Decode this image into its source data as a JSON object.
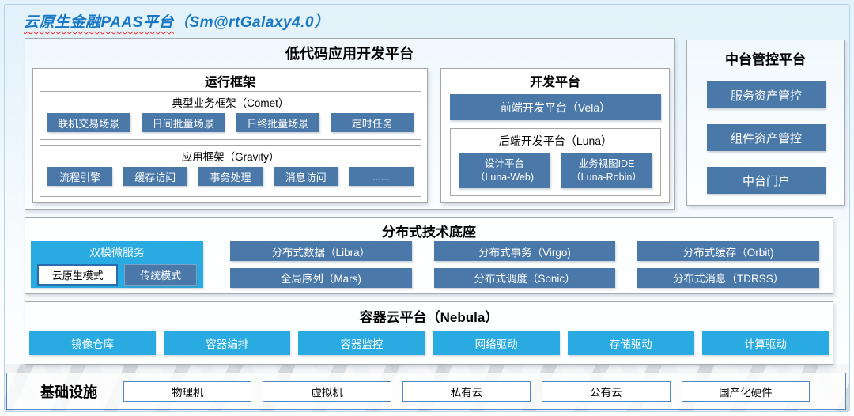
{
  "title": {
    "main": "云原生金融PAAS平台",
    "suffix": "（Sm@rtGalaxy4.0）"
  },
  "colors": {
    "title_blue": "#1778c8",
    "steel_blue": "#4a78a9",
    "cyan": "#29abe2",
    "underline_red": "#ff2020"
  },
  "lowcode": {
    "title": "低代码应用开发平台",
    "runtime": {
      "title": "运行框架",
      "comet": {
        "title": "典型业务框架（Comet）",
        "items": [
          "联机交易场景",
          "日间批量场景",
          "日终批量场景",
          "定时任务"
        ]
      },
      "gravity": {
        "title": "应用框架（Gravity）",
        "items": [
          "流程引擎",
          "缓存访问",
          "事务处理",
          "消息访问",
          "......"
        ]
      }
    },
    "dev": {
      "title": "开发平台",
      "vela": "前端开发平台（Vela）",
      "luna": {
        "title": "后端开发平台（Luna）",
        "items": [
          {
            "line1": "设计平台",
            "line2": "（Luna-Web)"
          },
          {
            "line1": "业务视图IDE",
            "line2": "（Luna-Robin）"
          }
        ]
      }
    }
  },
  "midplatform": {
    "title": "中台管控平台",
    "items": [
      "服务资产管控",
      "组件资产管控",
      "中台门户"
    ]
  },
  "distributed": {
    "title": "分布式技术底座",
    "dualmode": {
      "title": "双模微服务",
      "cloud_native": "云原生模式",
      "traditional": "传统模式"
    },
    "items": [
      "分布式数据（Libra）",
      "分布式事务（Virgo)",
      "分布式缓存（Orbit)",
      "全局序列（Mars)",
      "分布式调度（Sonic）",
      "分布式消息（TDRSS）"
    ]
  },
  "nebula": {
    "title": "容器云平台（Nebula）",
    "items": [
      "镜像仓库",
      "容器编排",
      "容器监控",
      "网络驱动",
      "存储驱动",
      "计算驱动"
    ]
  },
  "infrastructure": {
    "title": "基础设施",
    "items": [
      "物理机",
      "虚拟机",
      "私有云",
      "公有云",
      "国产化硬件"
    ]
  }
}
